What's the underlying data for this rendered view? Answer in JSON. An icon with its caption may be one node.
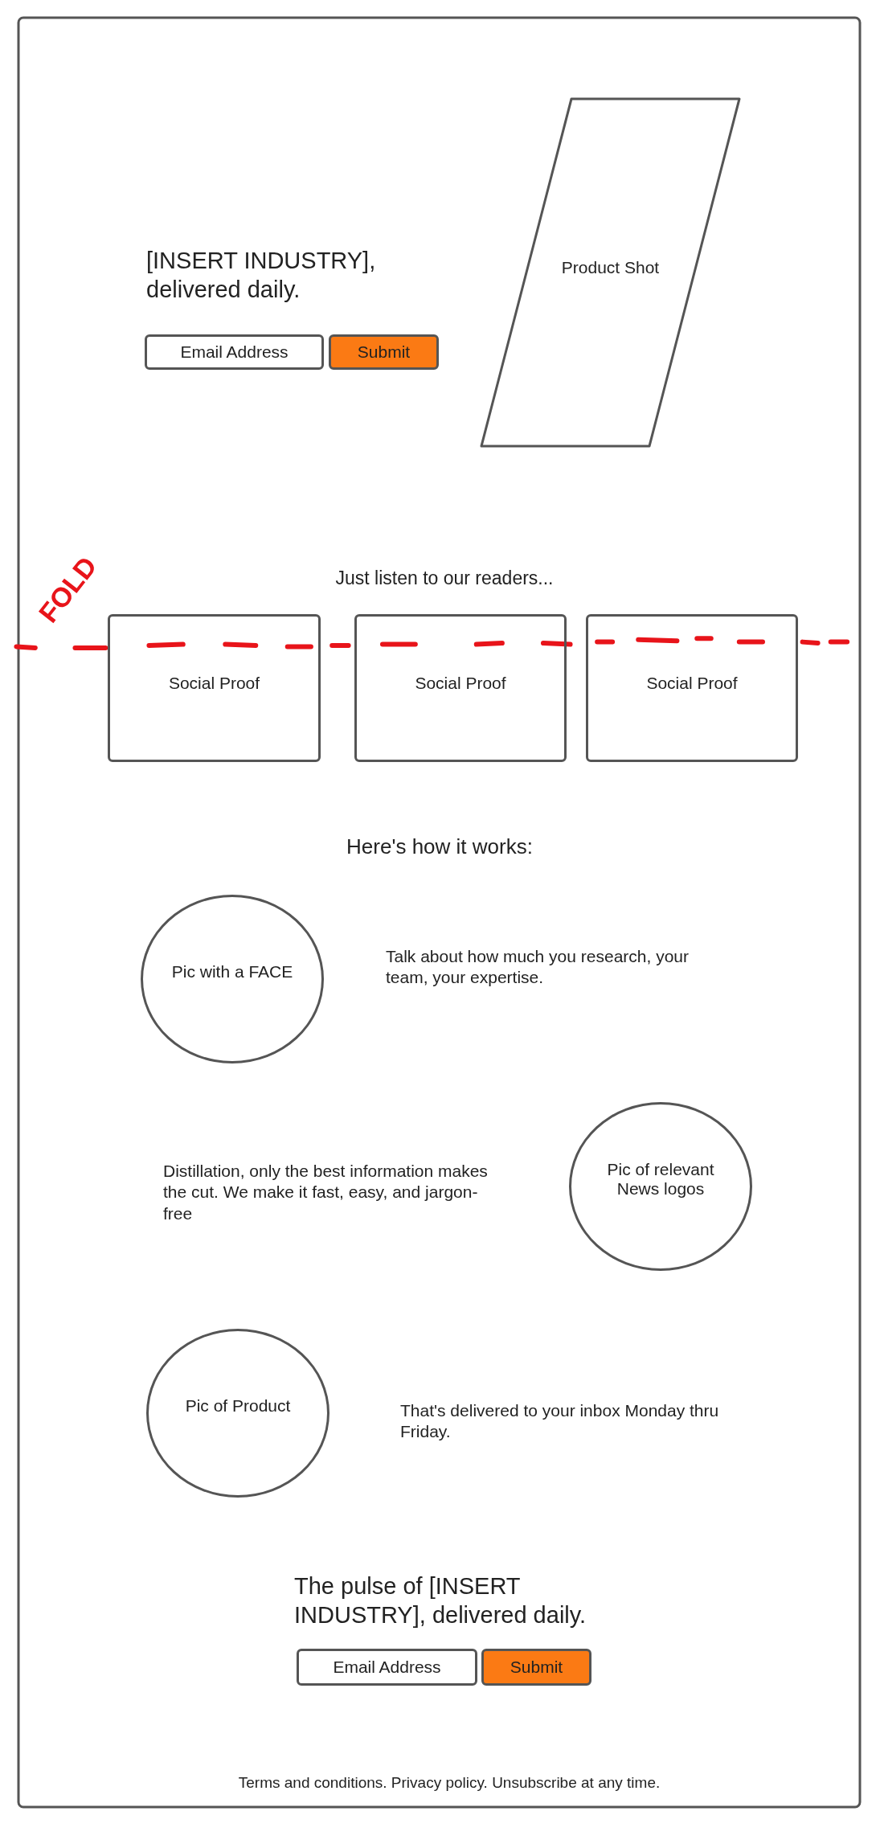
{
  "diagram": {
    "nodes": [
      {
        "text": [
          "Email Address"
        ]
      },
      {
        "text": [
          "Submit"
        ]
      },
      {
        "text": [
          "Product Shot"
        ]
      },
      {
        "text": [
          "Social Proof"
        ]
      },
      {
        "text": [
          "Social Proof"
        ]
      },
      {
        "text": [
          "Social Proof"
        ]
      },
      {
        "text": [
          "Pic with a FACE"
        ]
      },
      {
        "text": [
          "Pic of relevant News logos"
        ]
      },
      {
        "text": [
          "Pic of Product"
        ]
      },
      {
        "text": [
          "Email Address"
        ]
      },
      {
        "text": [
          "Submit"
        ]
      }
    ],
    "edges": [],
    "labels": [
      "[INSERT INDUSTRY], delivered daily.",
      "FOLD",
      "Just listen to our readers...",
      "Here's how it works:",
      "Talk about how much you research, your team, your expertise.",
      "Distillation, only the best information makes the cut. We make it fast, easy, and jargon-free",
      "That's delivered to your inbox Monday thru Friday.",
      "The pulse of [INSERT INDUSTRY], delivered daily.",
      "Terms and conditions. Privacy policy. Unsubscribe at any time."
    ]
  }
}
